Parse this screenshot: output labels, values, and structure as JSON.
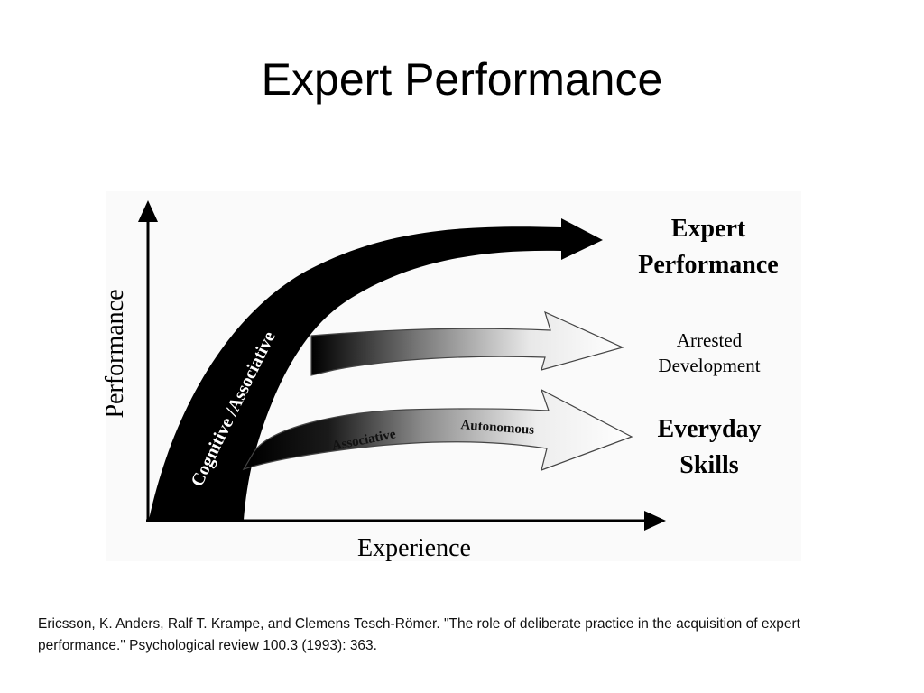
{
  "slide": {
    "title": "Expert Performance",
    "citation": "Ericsson, K. Anders, Ralf T. Krampe, and Clemens Tesch-Römer. \"The role of deliberate practice in the acquisition of expert performance.\" Psychological review 100.3 (1993): 363."
  },
  "diagram": {
    "y_axis_label": "Performance",
    "x_axis_label": "Experience",
    "band_label_cognitive": "Cognitive /Associative",
    "band_label_associative": "Associative",
    "band_label_autonomous": "Autonomous",
    "outcomes": {
      "expert": [
        "Expert",
        "Performance"
      ],
      "arrested": [
        "Arrested",
        "Development"
      ],
      "everyday": [
        "Everyday",
        "Skills"
      ]
    }
  }
}
